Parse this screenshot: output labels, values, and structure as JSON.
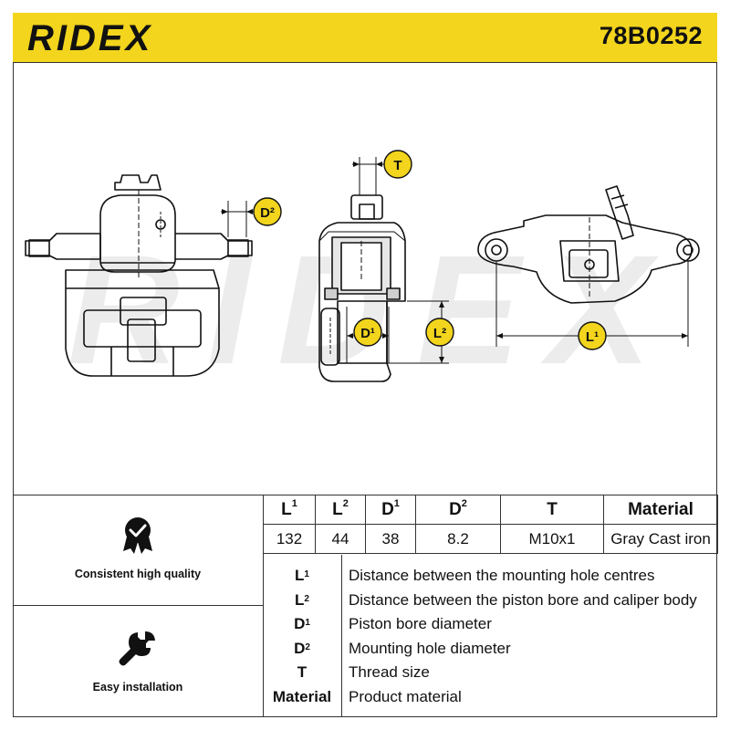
{
  "header": {
    "logo_text": "RIDEX",
    "part_number": "78B0252",
    "background": "#f2d51c"
  },
  "diagram": {
    "watermark_text": "RIDEX",
    "labels": {
      "d2": "D²",
      "t": "T",
      "d1": "D¹",
      "l2": "L²",
      "l1": "L¹"
    },
    "label_color": "#f2d51c"
  },
  "features": [
    {
      "icon": "quality-badge-icon",
      "label": "Consistent high quality"
    },
    {
      "icon": "wrench-icon",
      "label": "Easy installation"
    }
  ],
  "spec_table": {
    "headers": [
      {
        "base": "L",
        "sup": "1"
      },
      {
        "base": "L",
        "sup": "2"
      },
      {
        "base": "D",
        "sup": "1"
      },
      {
        "base": "D",
        "sup": "2"
      },
      {
        "base": "T",
        "sup": ""
      },
      {
        "base": "Material",
        "sup": ""
      }
    ],
    "values": [
      "132",
      "44",
      "38",
      "8.2",
      "M10x1",
      "Gray Cast iron"
    ]
  },
  "legend": [
    {
      "base": "L",
      "sup": "1",
      "text": "Distance between the mounting hole centres"
    },
    {
      "base": "L",
      "sup": "2",
      "text": "Distance between the piston bore and caliper body"
    },
    {
      "base": "D",
      "sup": "1",
      "text": "Piston bore diameter"
    },
    {
      "base": "D",
      "sup": "2",
      "text": "Mounting hole diameter"
    },
    {
      "base": "T",
      "sup": "",
      "text": "Thread size"
    },
    {
      "base": "Material",
      "sup": "",
      "text": "Product material"
    }
  ]
}
